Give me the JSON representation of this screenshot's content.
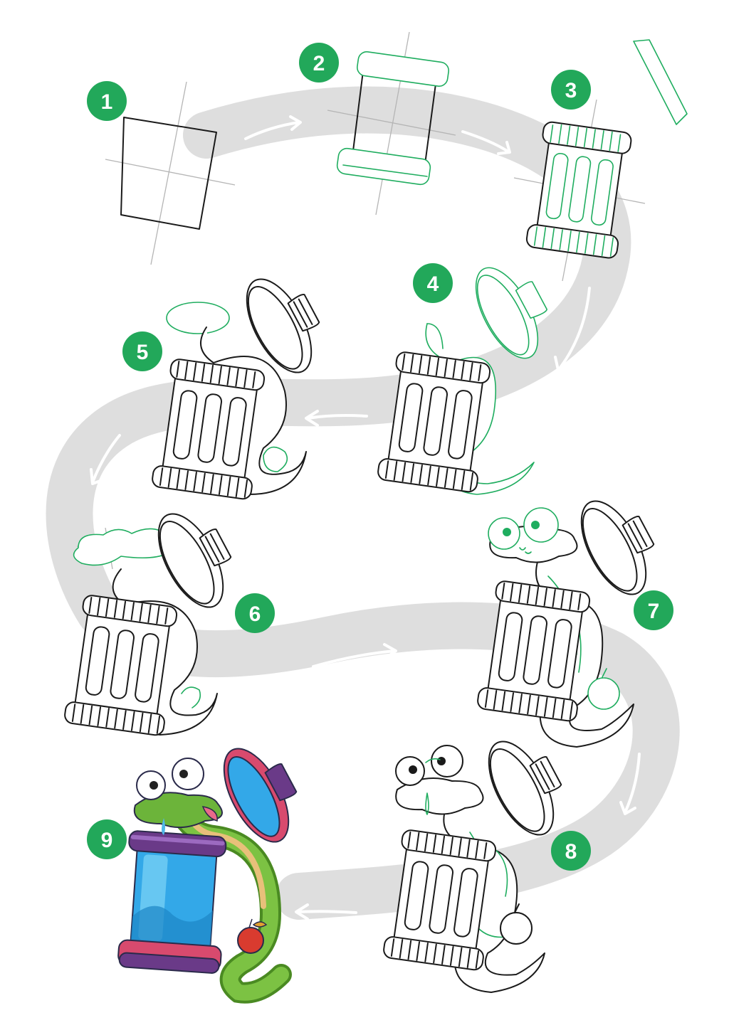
{
  "colors": {
    "badge": "#22a85a",
    "badge_text": "#ffffff",
    "path": "#dedede",
    "path_arrow": "#ffffff",
    "line_art": "#1a1a1a",
    "new_lines": "#1fad5f",
    "guides": "#b5b5b5",
    "color_snake": "#5aa832",
    "color_can_body": "#33a8e8",
    "color_can_rims": "#6a3a88",
    "color_lid_rim": "#d84a6e",
    "color_apple": "#d93b2f"
  },
  "steps": [
    {
      "label": "1",
      "icon": "rectangle-guide-icon"
    },
    {
      "label": "2",
      "icon": "can-rims-icon"
    },
    {
      "label": "3",
      "icon": "ribbed-can-icon"
    },
    {
      "label": "4",
      "icon": "lid-and-snake-body-icon"
    },
    {
      "label": "5",
      "icon": "snake-head-outline-icon"
    },
    {
      "label": "6",
      "icon": "snake-head-shape-icon"
    },
    {
      "label": "7",
      "icon": "snake-face-icon"
    },
    {
      "label": "8",
      "icon": "snake-details-icon"
    },
    {
      "label": "9",
      "icon": "colored-snake-in-can-icon"
    }
  ]
}
